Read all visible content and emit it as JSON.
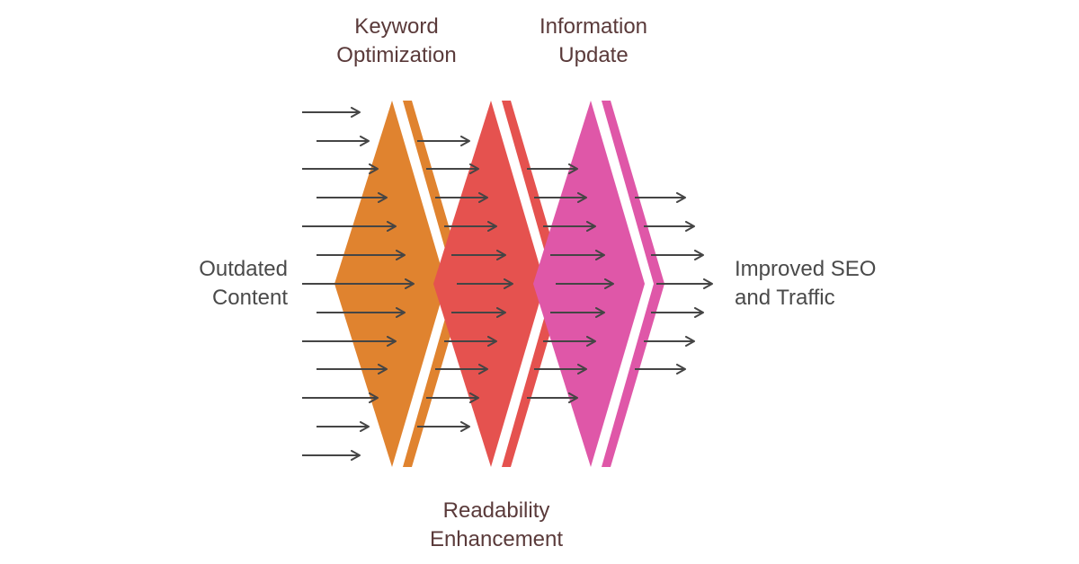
{
  "diagram": {
    "input": {
      "lines": [
        "Outdated",
        "Content"
      ]
    },
    "output": {
      "lines": [
        "Improved SEO",
        "and Traffic"
      ]
    },
    "stages": [
      {
        "lines": [
          "Keyword",
          "Optimization"
        ],
        "color": "#e0832f",
        "label_position": "top"
      },
      {
        "lines": [
          "Readability",
          "Enhancement"
        ],
        "color": "#e5524f",
        "label_position": "bottom"
      },
      {
        "lines": [
          "Information",
          "Update"
        ],
        "color": "#df57a8",
        "label_position": "top"
      }
    ],
    "arrow_color": "#454545"
  }
}
